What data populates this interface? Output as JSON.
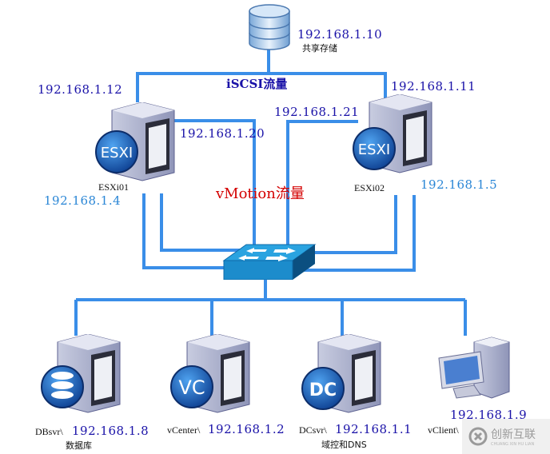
{
  "diagram": {
    "storage": {
      "ip": "192.168.1.10",
      "label": "共享存储"
    },
    "iscsi_traffic_label": "iSCSI流量",
    "vmotion_traffic_label": "vMotion流量",
    "esxi01": {
      "name": "ESXi01",
      "badge": "ESXI",
      "iscsi_ip": "192.168.1.12",
      "vmotion_ip": "192.168.1.20",
      "mgmt_ip": "192.168.1.4"
    },
    "esxi02": {
      "name": "ESXi02",
      "badge": "ESXI",
      "iscsi_ip": "192.168.1.11",
      "vmotion_ip": "192.168.1.21",
      "mgmt_ip": "192.168.1.5"
    },
    "bottom_nodes": [
      {
        "name": "DBsvr\\",
        "ip": "192.168.1.8",
        "sub": "数据库",
        "badge": "DB"
      },
      {
        "name": "vCenter\\",
        "ip": "192.168.1.2",
        "sub": "",
        "badge": "VC"
      },
      {
        "name": "DCsvr\\",
        "ip": "192.168.1.1",
        "sub": "域控和DNS",
        "badge": "DC"
      },
      {
        "name": "vClient\\",
        "ip": "192.168.1.9",
        "sub": "",
        "badge": ""
      }
    ],
    "watermark": {
      "text": "创新互联",
      "sub": "CHUANG XIN HU LIAN"
    },
    "colors": {
      "link": "#3a8ee8",
      "ip_dark": "#1a12a8",
      "ip_light": "#2a86d6",
      "vmotion": "#d40000"
    }
  }
}
